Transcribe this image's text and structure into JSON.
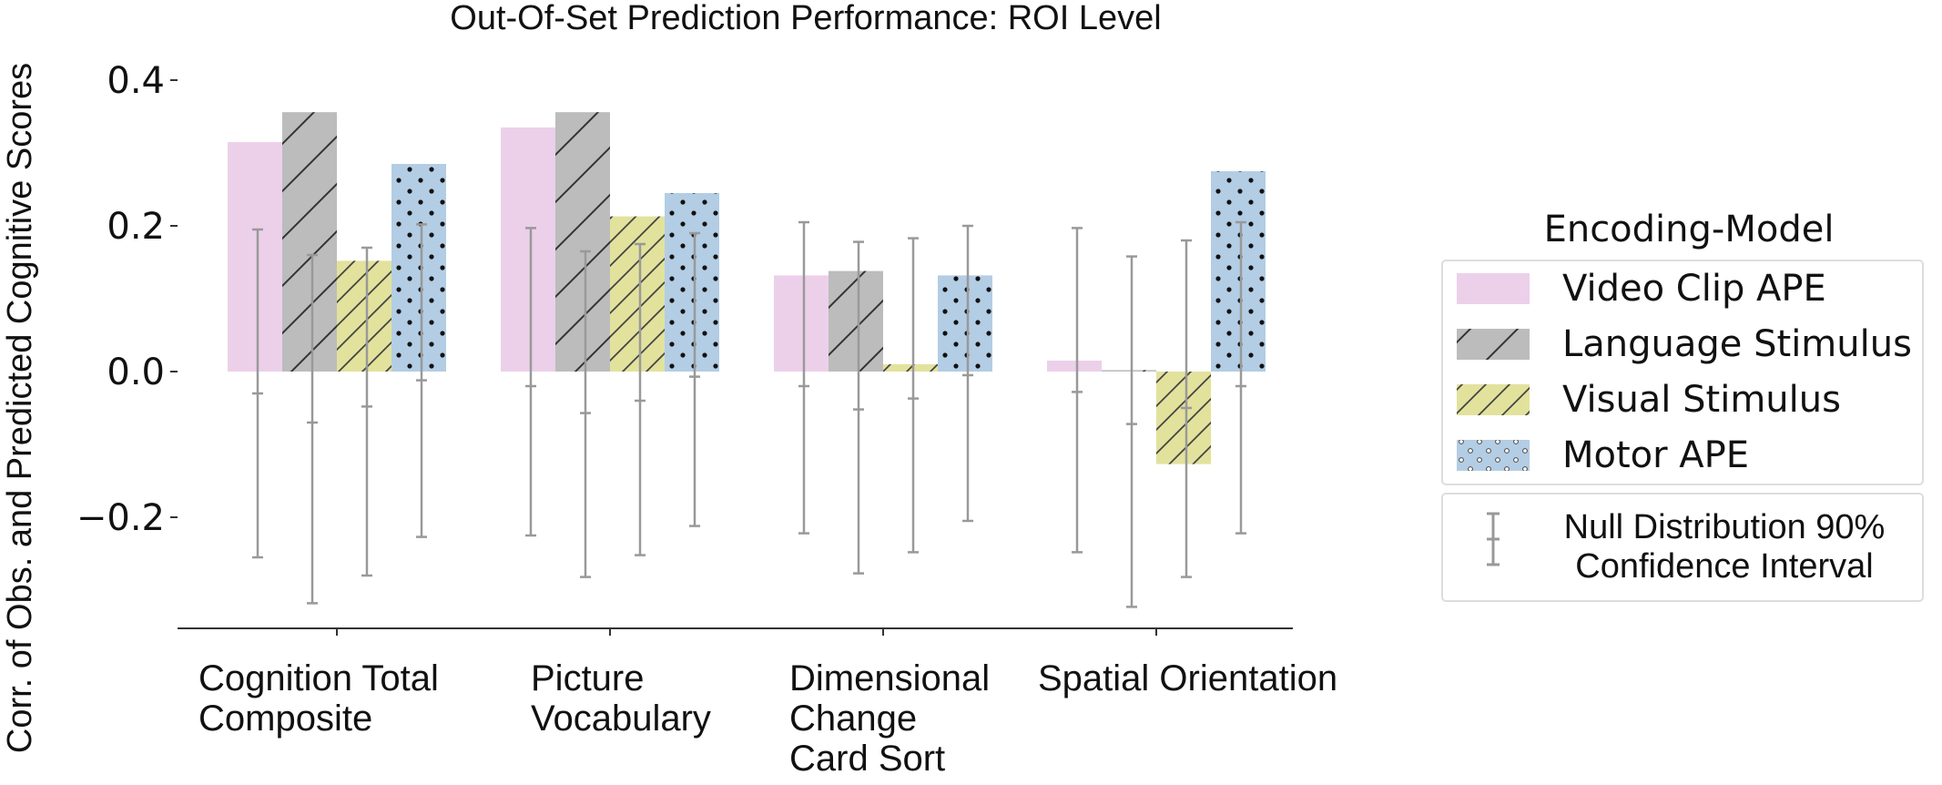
{
  "chart_data": {
    "type": "bar",
    "title": "Out-Of-Set Prediction Performance: ROI Level",
    "xlabel": "",
    "ylabel": "Corr. of Obs. and Predicted Cognitive Scores",
    "ylim": [
      -0.35,
      0.42
    ],
    "yticks": [
      {
        "value": 0.4,
        "label": "0.4"
      },
      {
        "value": 0.2,
        "label": "0.2"
      },
      {
        "value": 0.0,
        "label": "0.0"
      },
      {
        "value": -0.2,
        "label": "−0.2"
      }
    ],
    "categories": [
      [
        "Cognition Total",
        "Composite"
      ],
      [
        "Picture",
        "Vocabulary"
      ],
      [
        "Dimensional",
        "Change",
        "Card Sort"
      ],
      [
        "Spatial Orientation"
      ]
    ],
    "series": [
      {
        "name": "Video Clip APE",
        "color": "#ecd0ea",
        "pattern": "none",
        "values": [
          0.315,
          0.335,
          0.132,
          0.015
        ],
        "ci_low": [
          -0.255,
          -0.225,
          -0.222,
          -0.248
        ],
        "ci_mid": [
          -0.03,
          -0.02,
          -0.02,
          -0.028
        ],
        "ci_high": [
          0.195,
          0.197,
          0.205,
          0.197
        ]
      },
      {
        "name": "Language Stimulus",
        "color": "#bcbcbc",
        "pattern": "diag-wide",
        "values": [
          0.356,
          0.356,
          0.138,
          0.002
        ],
        "ci_low": [
          -0.318,
          -0.282,
          -0.277,
          -0.323
        ],
        "ci_mid": [
          -0.07,
          -0.057,
          -0.052,
          -0.072
        ],
        "ci_high": [
          0.16,
          0.165,
          0.178,
          0.158
        ]
      },
      {
        "name": "Visual Stimulus",
        "color": "#e2e29d",
        "pattern": "diag-dense",
        "values": [
          0.152,
          0.213,
          0.01,
          -0.127
        ],
        "ci_low": [
          -0.28,
          -0.252,
          -0.248,
          -0.282
        ],
        "ci_mid": [
          -0.048,
          -0.04,
          -0.037,
          -0.05
        ],
        "ci_high": [
          0.17,
          0.175,
          0.183,
          0.18
        ]
      },
      {
        "name": "Motor APE",
        "color": "#b3cde4",
        "pattern": "dots",
        "values": [
          0.285,
          0.245,
          0.132,
          0.275
        ],
        "ci_low": [
          -0.227,
          -0.212,
          -0.205,
          -0.222
        ],
        "ci_mid": [
          -0.012,
          -0.007,
          -0.005,
          -0.02
        ],
        "ci_high": [
          0.202,
          0.19,
          0.2,
          0.205
        ]
      }
    ],
    "legend": {
      "title": "Encoding-Model",
      "placement": "right",
      "null_label": [
        "Null Distribution 90%",
        "Confidence Interval"
      ]
    },
    "grid": false,
    "colors": {
      "errorbar": "#999999",
      "axis": "#333333"
    }
  }
}
